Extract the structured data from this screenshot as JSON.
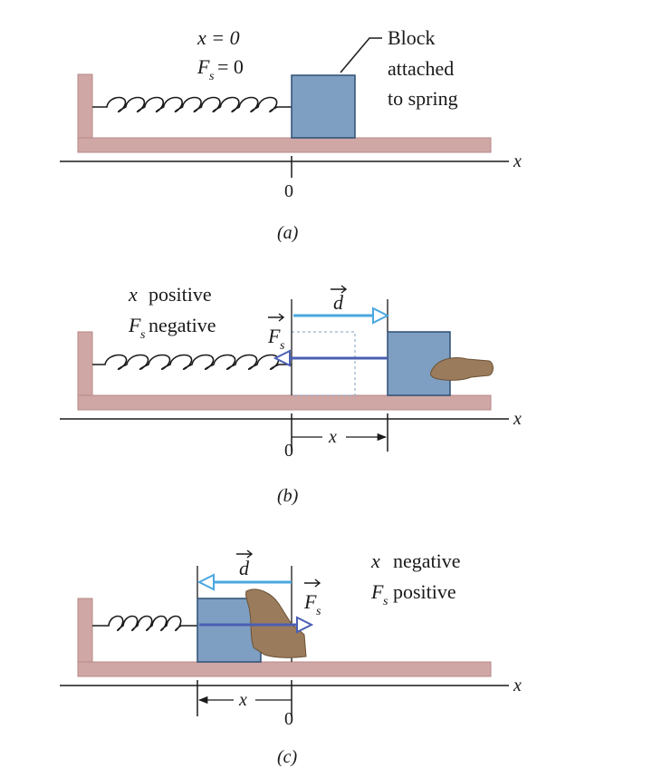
{
  "colors": {
    "wall": "#cfa7a5",
    "wall_edge": "#b78987",
    "block": "#7e9fc2",
    "block_edge": "#2f4f73",
    "d_arrow": "#4aa7e0",
    "fs_arrow": "#4b5fb3",
    "hand": "#9a7b5c",
    "ink": "#1a1a1a"
  },
  "panels": [
    {
      "id": "a",
      "caption": "(a)",
      "zero_label": "0",
      "axis_label": "x",
      "labels": [
        "x = 0",
        "F",
        "s",
        "= 0"
      ],
      "block_label": [
        "Block",
        "attached",
        "to spring"
      ]
    },
    {
      "id": "b",
      "caption": "(b)",
      "zero_label": "0",
      "axis_label": "x",
      "state": [
        "x",
        "positive",
        "F",
        "s",
        "negative"
      ],
      "d_label": "d",
      "fs_label": [
        "F",
        "s"
      ],
      "displacement_label": "x"
    },
    {
      "id": "c",
      "caption": "(c)",
      "zero_label": "0",
      "axis_label": "x",
      "state": [
        "x",
        "negative",
        "F",
        "s",
        "positive"
      ],
      "d_label": "d",
      "fs_label": [
        "F",
        "s"
      ],
      "displacement_label": "x"
    }
  ]
}
